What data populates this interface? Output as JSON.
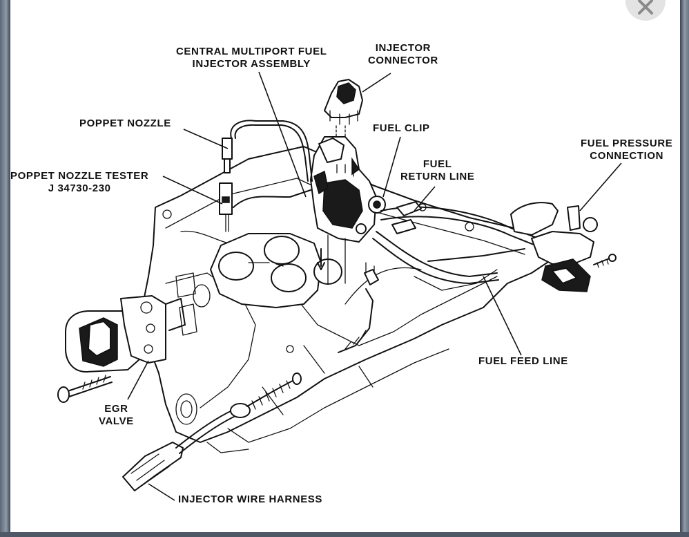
{
  "labels": {
    "central_line1": "CENTRAL MULTIPORT FUEL",
    "central_line2": "INJECTOR ASSEMBLY",
    "injector_connector_line1": "INJECTOR",
    "injector_connector_line2": "CONNECTOR",
    "poppet_nozzle": "POPPET NOZZLE",
    "poppet_tester_line1": "POPPET NOZZLE TESTER",
    "poppet_tester_line2": "J 34730-230",
    "fuel_clip": "FUEL CLIP",
    "fuel_return_line1": "FUEL",
    "fuel_return_line2": "RETURN LINE",
    "fuel_pressure_line1": "FUEL PRESSURE",
    "fuel_pressure_line2": "CONNECTION",
    "fuel_feed_line": "FUEL FEED LINE",
    "egr_line1": "EGR",
    "egr_line2": "VALVE",
    "injector_wire_harness": "INJECTOR WIRE HARNESS"
  },
  "colors": {
    "ink": "#111111",
    "paper": "#ffffff",
    "window_frame": "#7f8a99",
    "close_button": "#e3e3e3"
  },
  "icons": {
    "close": "close-x-icon"
  }
}
